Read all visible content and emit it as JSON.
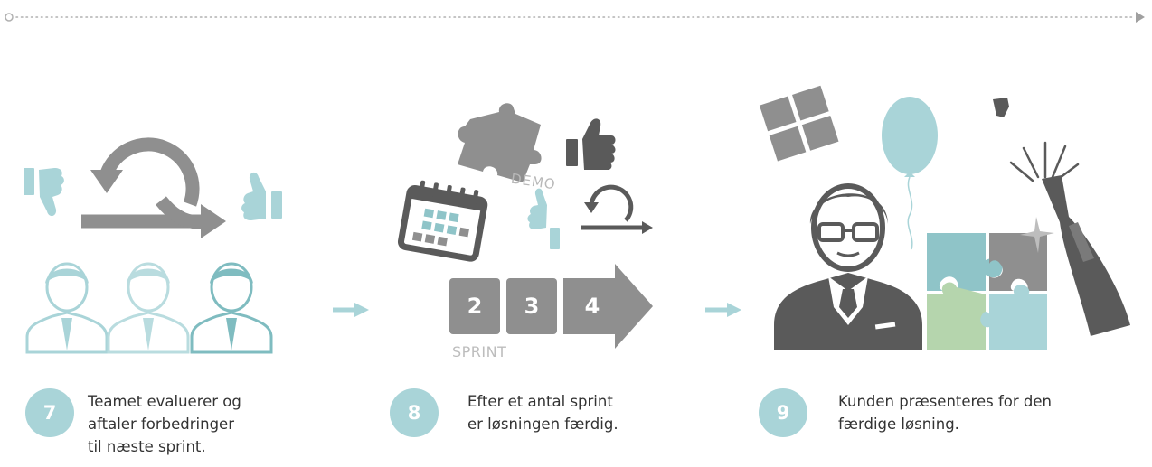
{
  "colors": {
    "teal_light": "#a9d4d8",
    "teal": "#8fc4c8",
    "gray_dark": "#5a5a5a",
    "gray_mid": "#8f8f8f",
    "gray_light": "#bdbdbd",
    "green_light": "#b5d5ad",
    "text": "#333333"
  },
  "timeline": {
    "start_icon": "circle-marker-icon",
    "end_icon": "arrowhead-icon"
  },
  "steps": [
    {
      "number": "7",
      "lines": [
        "Teamet evaluerer og",
        "aftaler forbedringer",
        "til næste sprint."
      ],
      "icons": [
        "thumbs-down-icon",
        "retrospective-loop-icon",
        "thumbs-up-icon",
        "team-member-icon"
      ]
    },
    {
      "number": "8",
      "lines": [
        "Efter et antal sprint",
        "er løsningen færdig."
      ],
      "demo_label": "DEMO",
      "sprint_label": "SPRINT",
      "sprint_numbers": [
        "2",
        "3",
        "4"
      ],
      "icons": [
        "puzzle-piece-icon",
        "thumbs-up-icon",
        "calendar-icon",
        "loop-arrow-icon",
        "sprint-arrow-icon"
      ]
    },
    {
      "number": "9",
      "lines": [
        "Kunden præsenteres for den",
        "færdige løsning."
      ],
      "icons": [
        "gift-icon",
        "balloon-icon",
        "champagne-bottle-icon",
        "customer-icon",
        "puzzle-pieces-icon",
        "sparkle-icon"
      ]
    }
  ]
}
